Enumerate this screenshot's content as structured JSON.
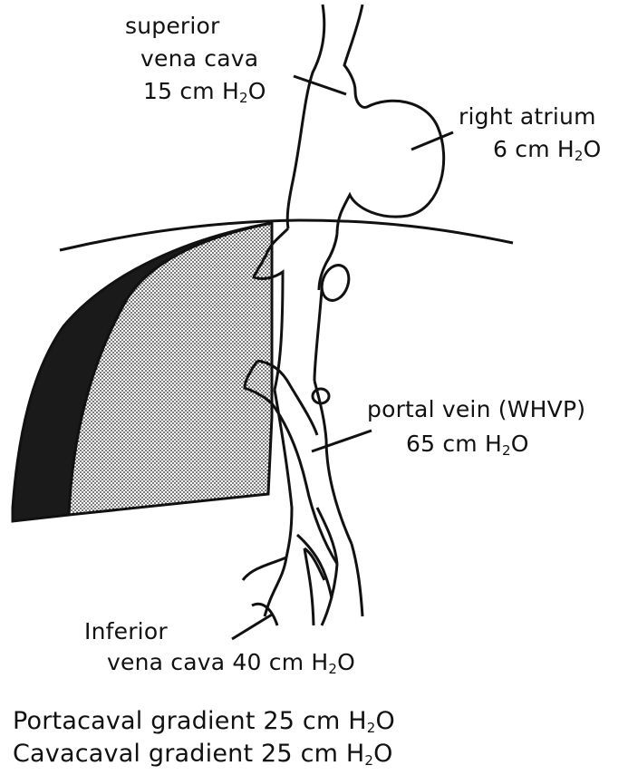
{
  "diagram": {
    "colors": {
      "ink": "#111111",
      "dark_zone": "#1a1a1a",
      "stipple_zone": "#c9c9c9",
      "background": "#ffffff"
    },
    "labels": {
      "svc": {
        "line1": "superior",
        "line2": "vena cava",
        "pressure_value": "15 cm H",
        "subscript": "2",
        "tail": "O"
      },
      "ra": {
        "line1": "right atrium",
        "pressure_value": "6 cm H",
        "subscript": "2",
        "tail": "O"
      },
      "pv": {
        "line1": "portal vein (WHVP)",
        "pressure_value": "65 cm H",
        "subscript": "2",
        "tail": "O"
      },
      "ivc": {
        "line1": "Inferior",
        "line2": "vena cava 40 cm H",
        "subscript": "2",
        "tail": "O"
      }
    },
    "summary": {
      "portacaval": {
        "text": "Portacaval gradient 25 cm H",
        "subscript": "2",
        "tail": "O"
      },
      "cavacaval": {
        "text": "Cavacaval gradient 25 cm H",
        "subscript": "2",
        "tail": "O"
      }
    }
  }
}
